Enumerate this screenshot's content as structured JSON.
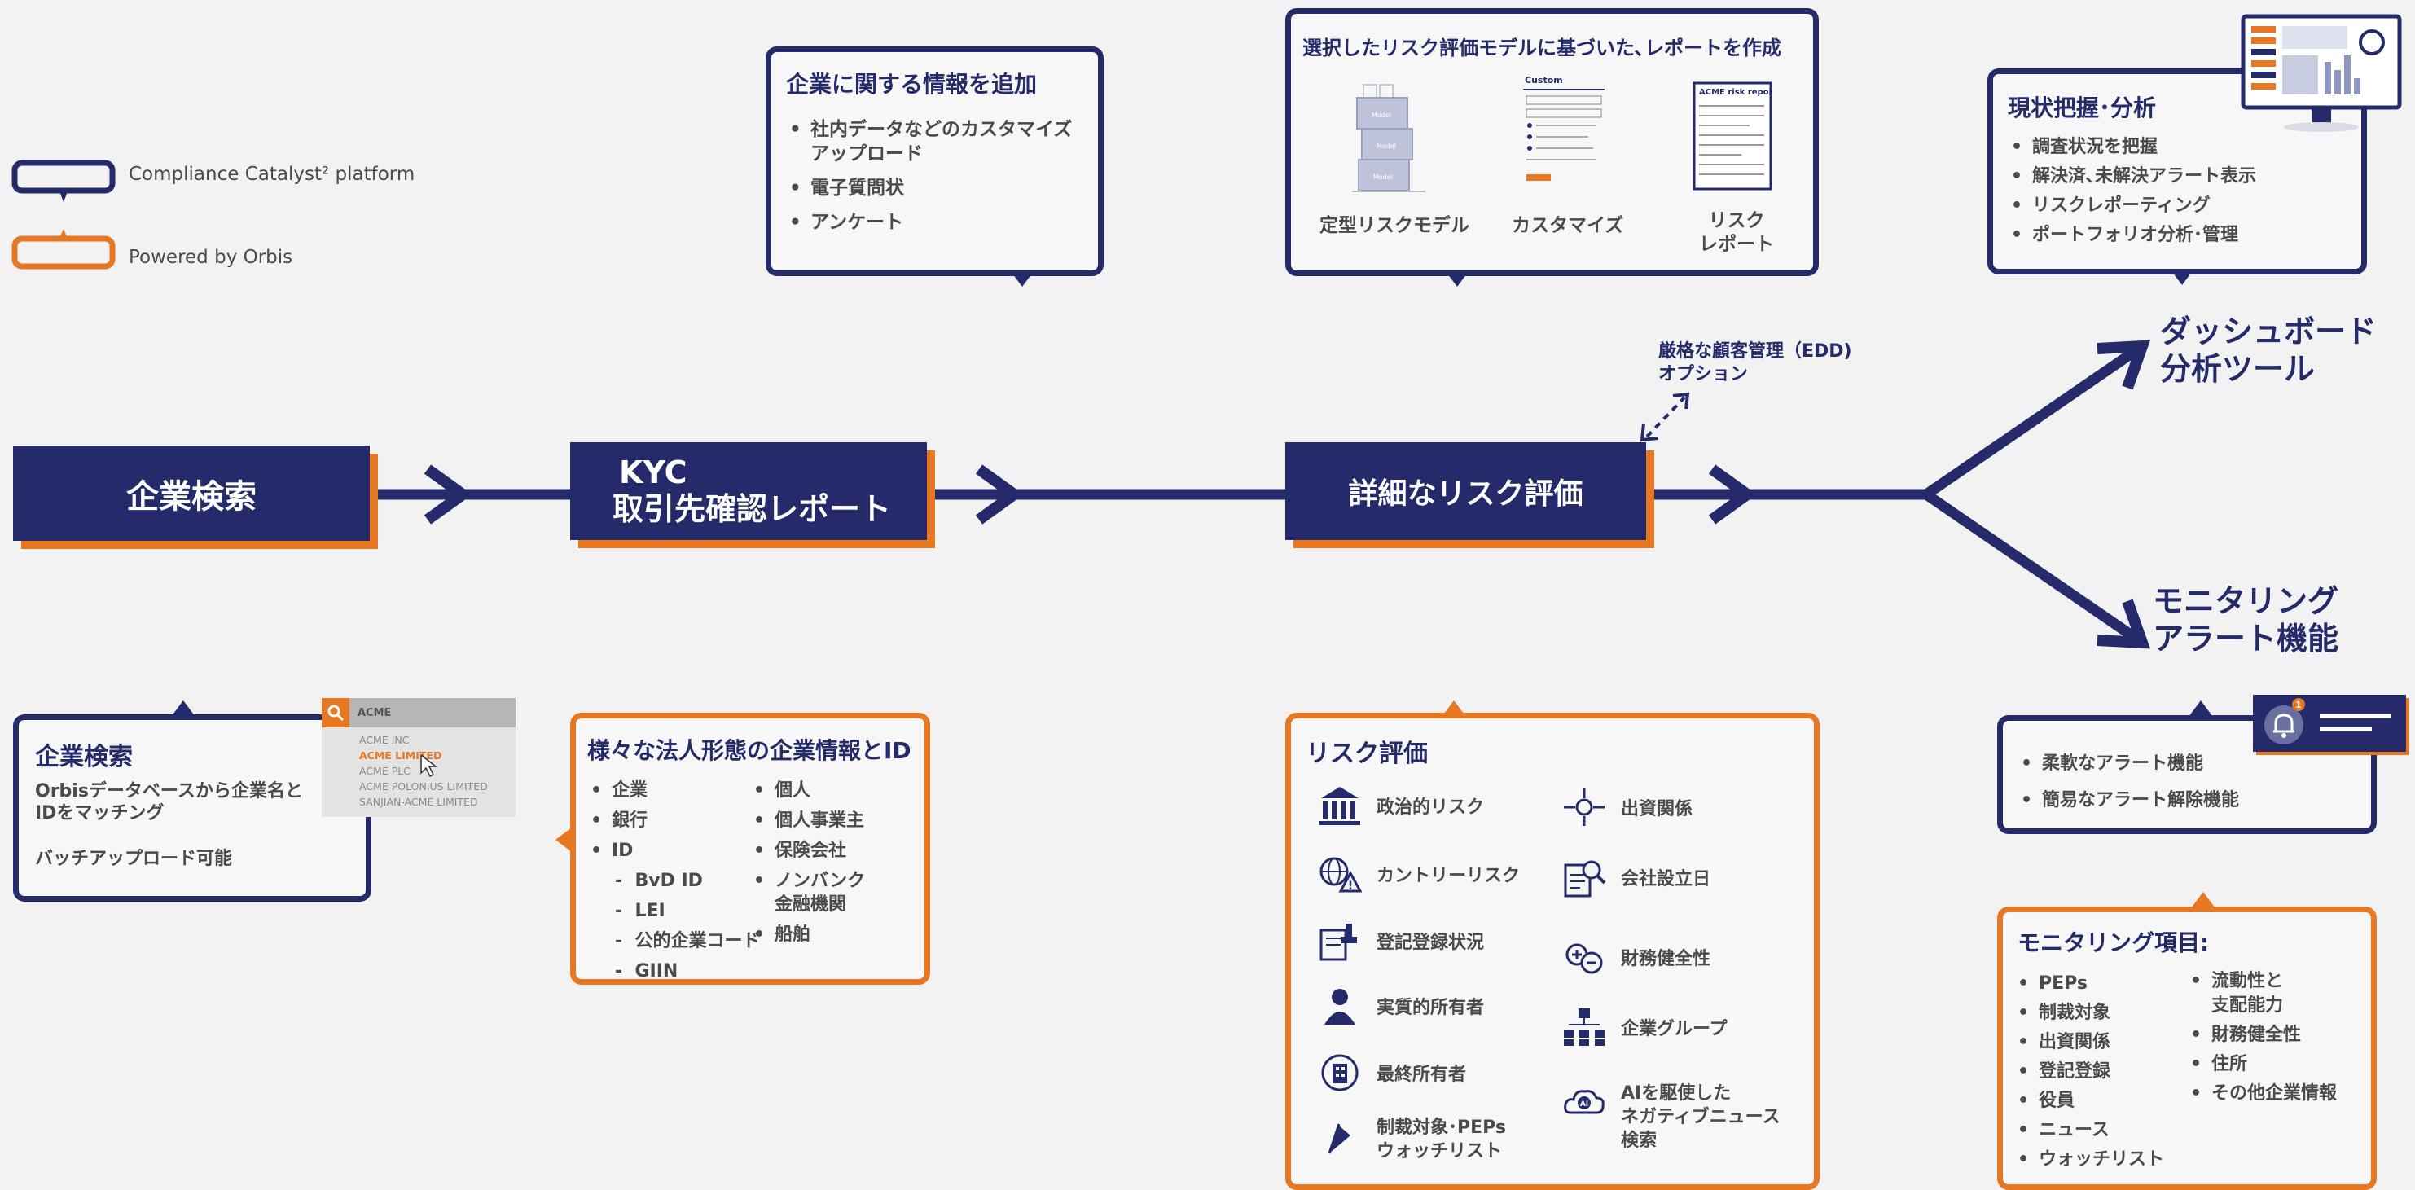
{
  "legend": {
    "platform": "Compliance Catalyst² platform",
    "orbis": "Powered by Orbis"
  },
  "stages": {
    "search": "企業検索",
    "kyc_line1": "KYC",
    "kyc_line2": "取引先確認レポート",
    "risk": "詳細なリスク評価",
    "dashboard_line1": "ダッシュボード",
    "dashboard_line2": "分析ツール",
    "monitoring_line1": "モニタリング",
    "monitoring_line2": "アラート機能"
  },
  "edd": {
    "line1": "厳格な顧客管理（EDD)",
    "line2": "オプション"
  },
  "add_info": {
    "title": "企業に関する情報を追加",
    "items": [
      "社内データなどのカスタマイズアップロード",
      "電子質問状",
      "アンケート"
    ]
  },
  "report": {
    "title": "選択したリスク評価モデルに基づいた､レポートを作成",
    "col1": "定型リスクモデル",
    "col2": "カスタマイズ",
    "col3_line1": "リスク",
    "col3_line2": "レポート",
    "custom_label": "Custom",
    "acme_report": "ACME risk report",
    "box_label": "Model"
  },
  "status": {
    "title": "現状把握･分析",
    "items": [
      "調査状況を把握",
      "解決済､未解決アラート表示",
      "リスクレポーティング",
      "ポートフォリオ分析･管理"
    ]
  },
  "search_box": {
    "title": "企業検索",
    "line1": "Orbisデータベースから企業名と",
    "line2": "IDをマッチング",
    "batch": "バッチアップロード可能",
    "widget_query": "ACME",
    "results": [
      "ACME INC",
      "ACME LIMITED",
      "ACME PLC",
      "ACME POLONIUS LIMITED",
      "SANJIAN-ACME LIMITED"
    ]
  },
  "entities": {
    "title": "様々な法人形態の企業情報とID",
    "left": [
      "企業",
      "銀行",
      "ID"
    ],
    "ids": [
      "BvD ID",
      "LEI",
      "公的企業コード",
      "GIIN"
    ],
    "right": [
      "個人",
      "個人事業主",
      "保険会社",
      "ノンバンク",
      "船舶"
    ],
    "right_sub": "金融機関"
  },
  "risk_eval": {
    "title": "リスク評価",
    "left": [
      "政治的リスク",
      "カントリーリスク",
      "登記登録状況",
      "実質的所有者",
      "最終所有者",
      "制裁対象･PEPs"
    ],
    "left_sub": "ウォッチリスト",
    "right": [
      "出資関係",
      "会社設立日",
      "財務健全性",
      "企業グループ",
      "AIを駆使した"
    ],
    "right_sub1": "ネガティブニュース",
    "right_sub2": "検索"
  },
  "alerts": {
    "items": [
      "柔軟なアラート機能",
      "簡易なアラート解除機能"
    ],
    "badge": "1"
  },
  "monitoring": {
    "title": "モニタリング項目:",
    "left": [
      "PEPs",
      "制裁対象",
      "出資関係",
      "登記登録",
      "役員",
      "ニュース",
      "ウォッチリスト"
    ],
    "right": [
      "流動性と",
      "財務健全性",
      "住所",
      "その他企業情報"
    ],
    "right_sub": "支配能力"
  },
  "colors": {
    "navy": "#252a6b",
    "orange": "#e87722",
    "text_gray": "#4a4a4a"
  }
}
